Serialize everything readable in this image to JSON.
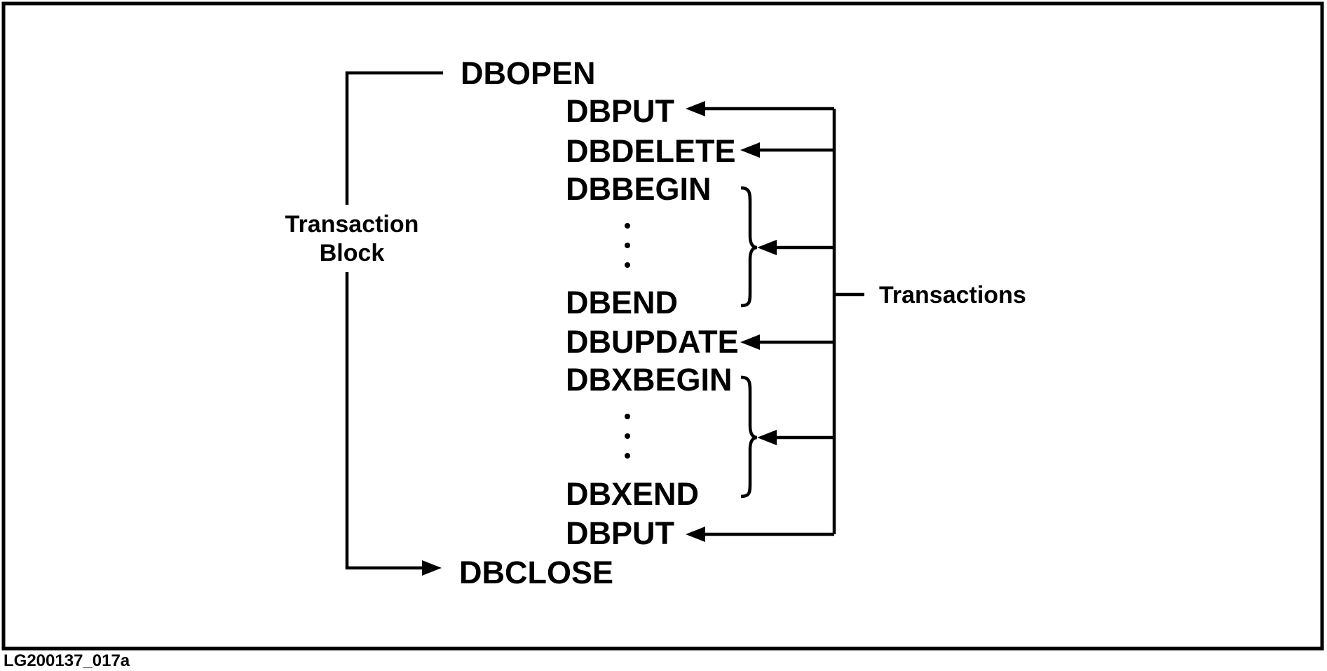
{
  "diagram": {
    "calls": {
      "open": "DBOPEN",
      "put_1": "DBPUT",
      "delete": "DBDELETE",
      "begin": "DBBEGIN",
      "end": "DBEND",
      "update": "DBUPDATE",
      "xbegin": "DBXBEGIN",
      "xend": "DBXEND",
      "put_2": "DBPUT",
      "close": "DBCLOSE"
    },
    "block_label_line1": "Transaction",
    "block_label_line2": "Block",
    "transactions_label": "Transactions"
  },
  "figure_id": "LG200137_017a",
  "colors": {
    "ink": "#000000",
    "background": "#ffffff"
  }
}
